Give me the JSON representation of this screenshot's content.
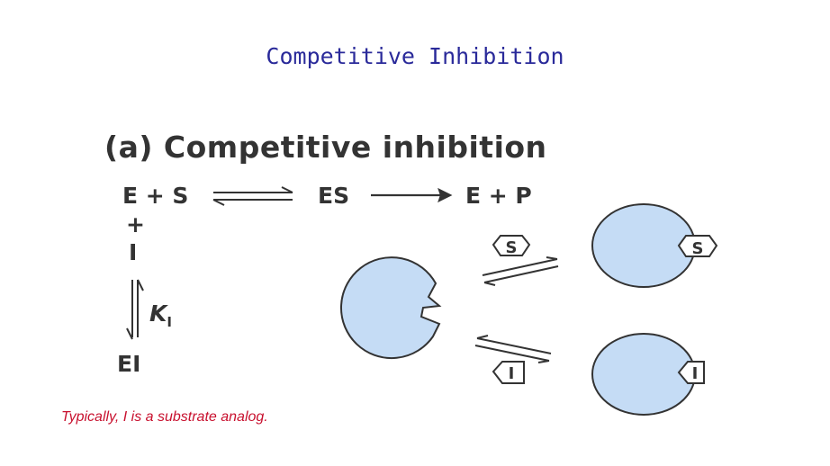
{
  "slide": {
    "title": "Competitive Inhibition",
    "note": "Typically, I is a substrate analog."
  },
  "figure": {
    "panel_title": "(a) Competitive inhibition",
    "reaction": {
      "e_plus_s": "E + S",
      "es": "ES",
      "e_plus_p": "E + P",
      "plus": "+",
      "inhibitor": "I",
      "ki_main": "K",
      "ki_sub": "I",
      "ei": "EI"
    },
    "schematic": {
      "substrate_label": "S",
      "inhibitor_label": "I"
    },
    "colors": {
      "enzyme_fill": "#c5dcf5",
      "outline": "#333333",
      "title_text": "#2a2a9a",
      "note_text": "#c8102e"
    }
  }
}
